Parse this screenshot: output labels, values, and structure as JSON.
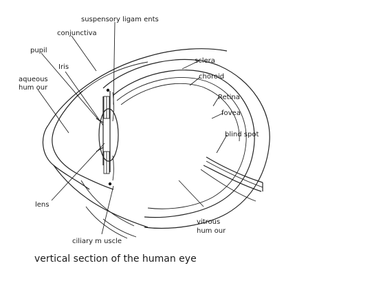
{
  "diagram": {
    "caption": "vertical section of the human eye",
    "labels": {
      "suspensory_ligaments": "suspensory ligam ents",
      "conjunctiva": "conjunctiva",
      "pupil": "pupil",
      "iris": "Iris",
      "aqueous_humour_line1": "aqueous",
      "aqueous_humour_line2": "hum our",
      "sclera": "sclera",
      "choroid": "choroid",
      "retina": "Retina",
      "fovea": "fovea",
      "blind_spot": "blind spot",
      "lens": "lens",
      "vitreous_humour_line1": "vitrous",
      "vitreous_humour_line2": "hum our",
      "ciliary_muscle": "ciliary m uscle"
    },
    "colors": {
      "line": "#222222",
      "text": "#1a1a1a",
      "background": "#ffffff"
    }
  }
}
